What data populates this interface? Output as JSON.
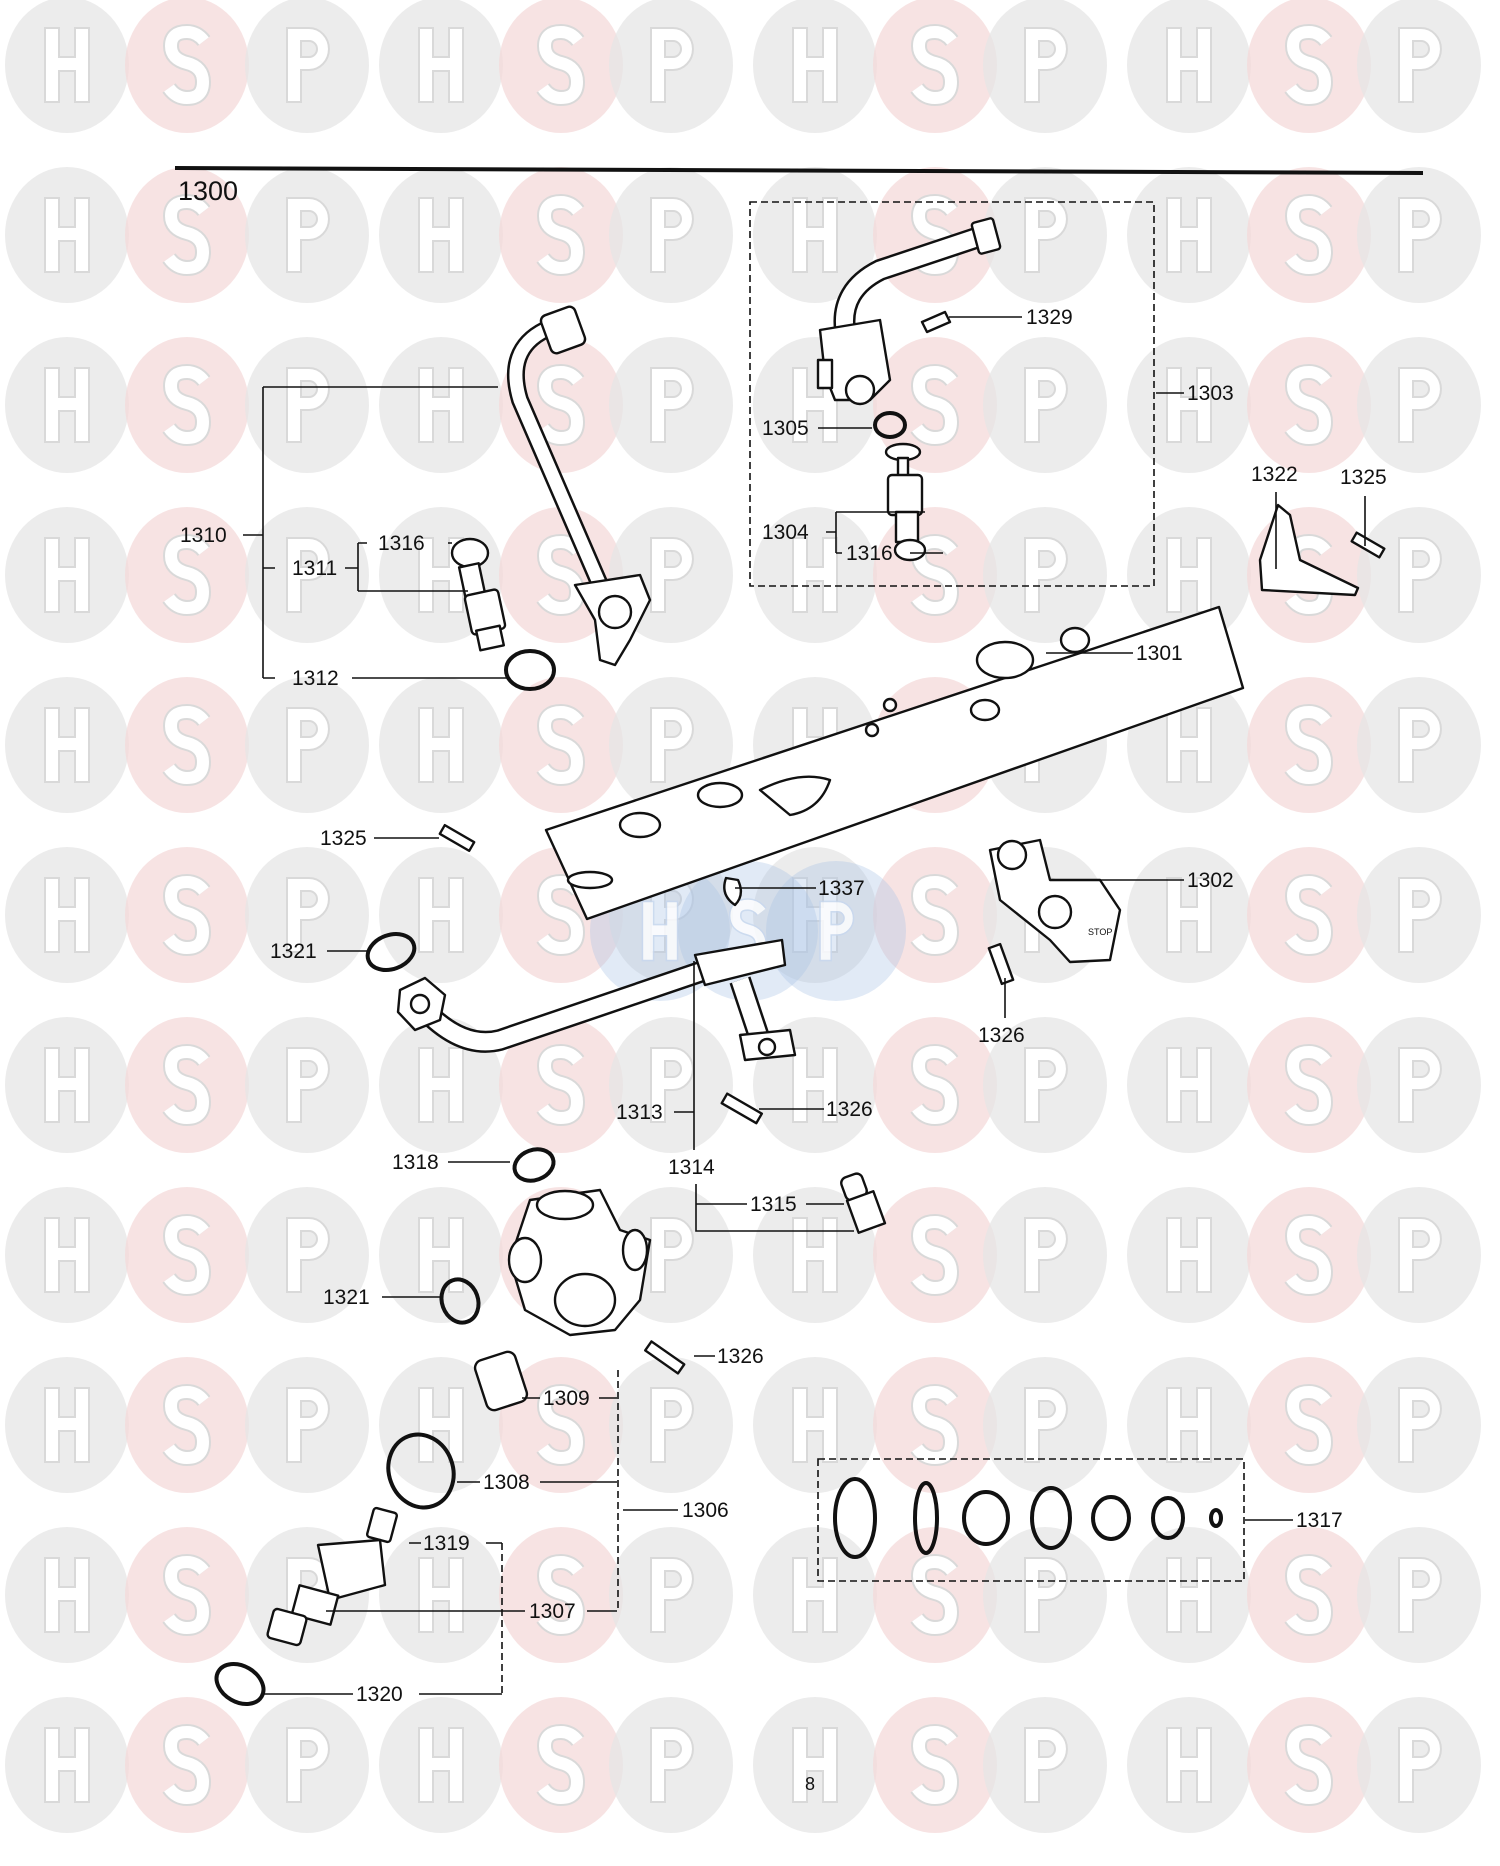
{
  "watermark": {
    "letters": [
      "H",
      "S",
      "P"
    ],
    "colors": {
      "h": "#e6e6e6",
      "s": "#f4dada",
      "p": "#e6e6e6",
      "center": "#a9c4e6"
    }
  },
  "diagram": {
    "section_number": "1300",
    "page_number": "8",
    "stop_marking": "STOP",
    "callouts": [
      "1329",
      "1303",
      "1305",
      "1304",
      "1316",
      "1322",
      "1325",
      "1310",
      "1311",
      "1316",
      "1312",
      "1301",
      "1325",
      "1337",
      "1302",
      "1321",
      "1326",
      "1313",
      "1326",
      "1318",
      "1314",
      "1315",
      "1321",
      "1326",
      "1309",
      "1308",
      "1306",
      "1319",
      "1307",
      "1320",
      "1317"
    ]
  }
}
